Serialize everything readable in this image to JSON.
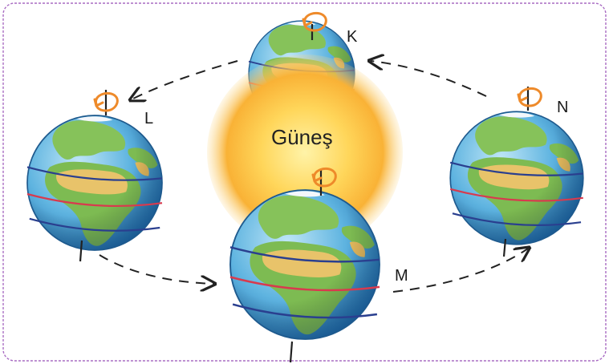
{
  "sun": {
    "label": "Güneş"
  },
  "positions": [
    {
      "id": "K",
      "label": "K"
    },
    {
      "id": "L",
      "label": "L"
    },
    {
      "id": "M",
      "label": "M"
    },
    {
      "id": "N",
      "label": "N"
    }
  ],
  "colors": {
    "frame_border": "#a86bc2",
    "ocean": "#4aa6d8",
    "land": "#7dbb52",
    "desert": "#e8c36a",
    "sun_core": "#ffe07a",
    "sun_edge": "#f7a42a",
    "equator": "#d83a4e",
    "tropic": "#2a3f8f",
    "rotation_arrow": "#ee8a2a",
    "orbit_line": "#222222"
  },
  "icons": [
    "sun-icon",
    "earth-globe-icon",
    "rotation-arrow-icon",
    "orbit-arrow-icon"
  ]
}
